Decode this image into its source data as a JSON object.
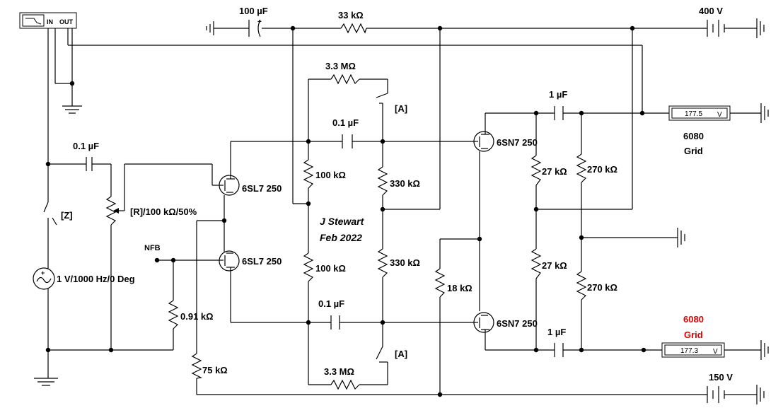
{
  "labels": {
    "c_input_cap": "100 µF",
    "r_top": "33 kΩ",
    "v_supply_top": "400 V",
    "r_fb_upper": "3.3 MΩ",
    "switch_a_upper": "[A]",
    "c_couple_upper": "0.1 µF",
    "c_out_upper": "1 µF",
    "meter_upper_name": "6080",
    "meter_upper_sub": "Grid",
    "c_in": "0.1 µF",
    "r_100k_upper": "100 kΩ",
    "r_330k_upper": "330 kΩ",
    "r_27k_upper": "27 kΩ",
    "r_270k_upper": "270 kΩ",
    "tube1": "6SL7 250",
    "tube2": "6SL7 250",
    "tube3": "6SN7 250",
    "tube4": "6SN7 250",
    "pot": "[R]/100 kΩ/50%",
    "switch_z": "[Z]",
    "nfb": "NFB",
    "credit_name": "J Stewart",
    "credit_date": "Feb 2022",
    "source": "1 V/1000 Hz/0 Deg",
    "r_100k_lower": "100 kΩ",
    "r_330k_lower": "330 kΩ",
    "r_18k": "18 kΩ",
    "r_27k_lower": "27 kΩ",
    "r_270k_lower": "270 kΩ",
    "r_091k": "0.91 kΩ",
    "c_couple_lower": "0.1 µF",
    "meter_lower_name": "6080",
    "meter_lower_sub": "Grid",
    "c_out_lower": "1 µF",
    "switch_a_lower": "[A]",
    "r_75k": "75 kΩ",
    "r_fb_lower": "3.3 MΩ",
    "v_supply_bottom": "150 V",
    "bode_in": "IN",
    "bode_out": "OUT"
  },
  "meters": {
    "upper_value": "177.5",
    "upper_unit": "V",
    "lower_value": "177.3",
    "lower_unit": "V"
  },
  "colors": {
    "wire": "#000000",
    "highlight_label": "#e00000"
  }
}
